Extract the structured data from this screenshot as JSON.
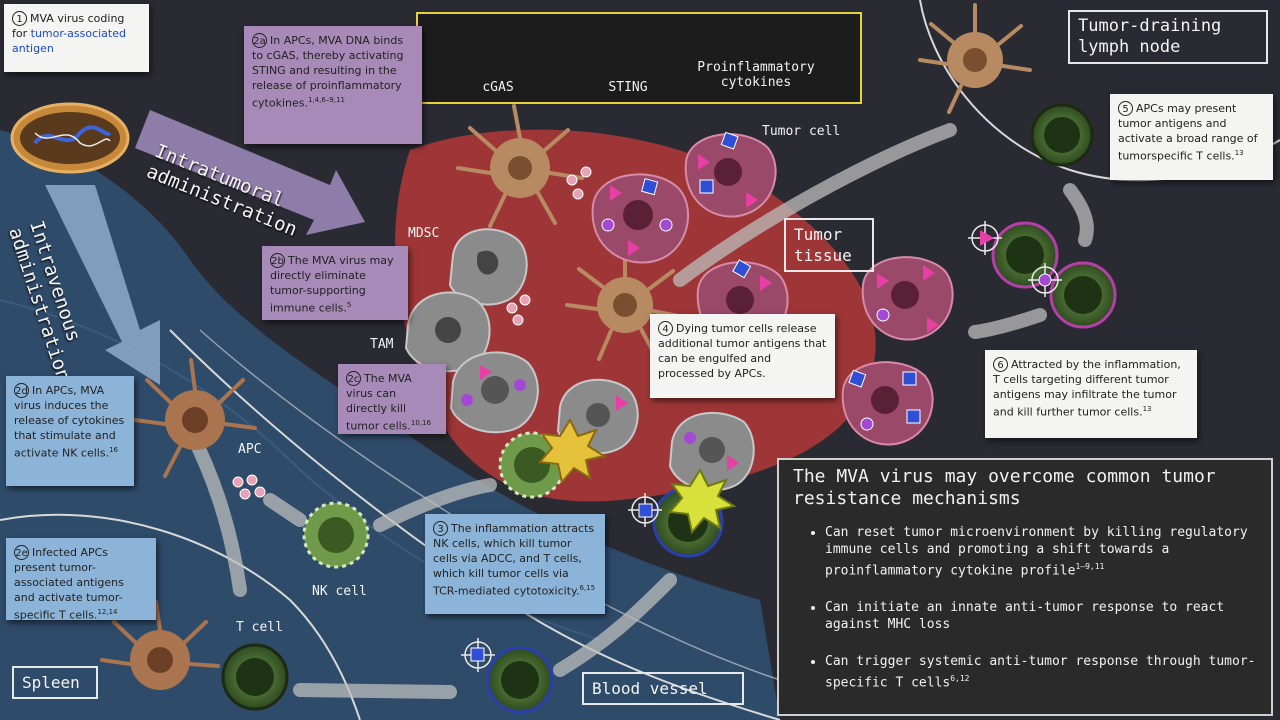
{
  "notes": {
    "n1": {
      "num": "1",
      "text_pre": "MVA virus coding for ",
      "text_hl": "tumor-associated antigen"
    },
    "n2a": {
      "num": "2a",
      "text": "In APCs, MVA DNA binds to cGAS, thereby activating STING and resulting in the release of proinflammatory cytokines.",
      "ref": "1,4,6–9,11"
    },
    "n2b": {
      "num": "2b",
      "text": "The MVA virus may directly eliminate tumor-supporting immune cells.",
      "ref": "5"
    },
    "n2c": {
      "num": "2c",
      "text": "The MVA virus can directly kill tumor cells.",
      "ref": "10,16"
    },
    "n2d": {
      "num": "2d",
      "text": "In APCs, MVA virus induces the release of cytokines that stimulate and activate NK cells.",
      "ref": "16"
    },
    "n2e": {
      "num": "2e",
      "text": "Infected APCs present tumor-associated antigens and activate tumor-specific T cells.",
      "ref": "12,14"
    },
    "n3": {
      "num": "3",
      "text": "The inflammation attracts NK cells, which kill tumor cells via ADCC, and T cells, which kill tumor cells via TCR-mediated cytotoxicity.",
      "ref": "6,15"
    },
    "n4": {
      "num": "4",
      "text": "Dying tumor cells release additional tumor antigens that can be engulfed and processed by APCs."
    },
    "n5": {
      "num": "5",
      "text": "APCs may present tumor antigens and activate a broad range of tumorspecific T cells.",
      "ref": "13"
    },
    "n6": {
      "num": "6",
      "text": "Attracted by the inflammation, T cells targeting different tumor antigens may infiltrate the tumor and kill further tumor cells.",
      "ref": "13"
    }
  },
  "legend": {
    "cgas": "cGAS",
    "sting": "STING",
    "cytokines": "Proinflammatory cytokines"
  },
  "labels": {
    "tumor_cell": "Tumor cell",
    "mdsc": "MDSC",
    "tam": "TAM",
    "apc": "APC",
    "nk_cell": "NK cell",
    "t_cell": "T cell",
    "tumor_tissue": "Tumor tissue",
    "lymph_node": "Tumor-draining lymph node",
    "spleen": "Spleen",
    "blood_vessel": "Blood vessel"
  },
  "arrows": {
    "intratumoral": "Intratumoral\nadministration",
    "intravenous": "Intravenous\nadministration"
  },
  "summary": {
    "title": "The MVA virus may overcome common tumor resistance mechanisms",
    "items": [
      {
        "text": "Can reset tumor microenvironment by killing regulatory immune cells and promoting a shift towards a proinflammatory cytokine profile",
        "ref": "1–9,11"
      },
      {
        "text": "Can initiate an innate anti-tumor response to react against MHC loss",
        "ref": ""
      },
      {
        "text": "Can trigger systemic anti-tumor response through tumor-specific T cells",
        "ref": "6,12"
      }
    ]
  },
  "colors": {
    "tumor_tissue": "#b83a3a",
    "blue_region": "#2f4b6a",
    "note_purple": "#a78ab8",
    "note_blue": "#8cb4d8",
    "legend_border": "#e6d23b"
  }
}
